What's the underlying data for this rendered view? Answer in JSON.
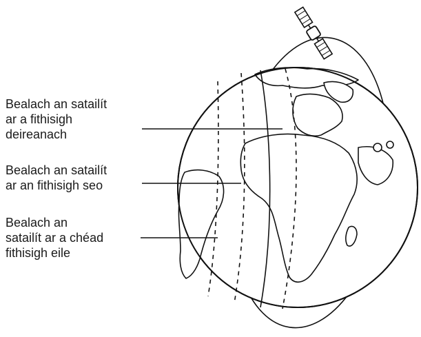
{
  "labels": {
    "previous_path": [
      "Bealach an satailít",
      "ar a fithisigh",
      "deireanach"
    ],
    "current_path": [
      "Bealach an satailít",
      "ar an fithisigh seo"
    ],
    "next_path": [
      "Bealach an",
      "satailít ar a chéad",
      "fithisigh eile"
    ]
  },
  "icons": {
    "satellite": "satellite-icon",
    "earth": "globe-icon"
  },
  "colors": {
    "ink": "#111111",
    "background": "#ffffff"
  }
}
